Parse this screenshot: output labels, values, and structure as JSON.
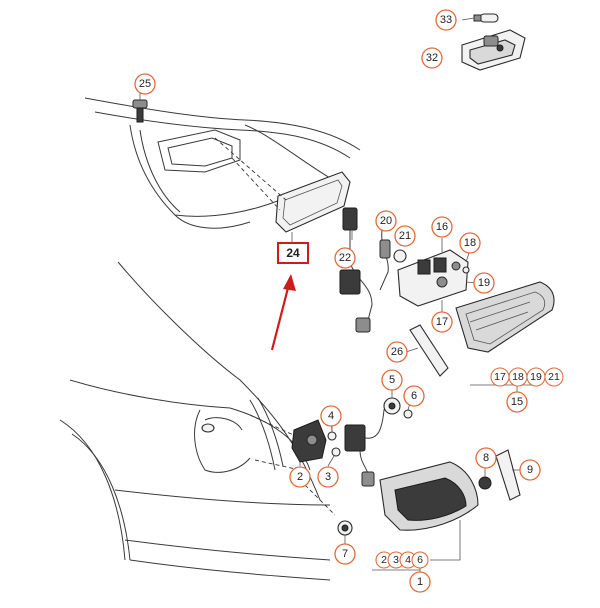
{
  "diagram": {
    "accent_color": "#e06a3a",
    "highlight_color": "#d11a1a",
    "highlighted_part": "24",
    "callouts": {
      "c33": "33",
      "c32": "32",
      "c25": "25",
      "c22": "22",
      "c20": "20",
      "c21": "21",
      "c16": "16",
      "c18": "18",
      "c19": "19",
      "c17": "17",
      "c26": "26",
      "c15": "15",
      "c5": "5",
      "c6": "6",
      "c4": "4",
      "c2": "2",
      "c3": "3",
      "c8": "8",
      "c9": "9",
      "c7": "7",
      "c1": "1"
    },
    "group_15": [
      "17",
      "18",
      "19",
      "21"
    ],
    "group_1": [
      "2",
      "3",
      "4",
      "6"
    ]
  }
}
